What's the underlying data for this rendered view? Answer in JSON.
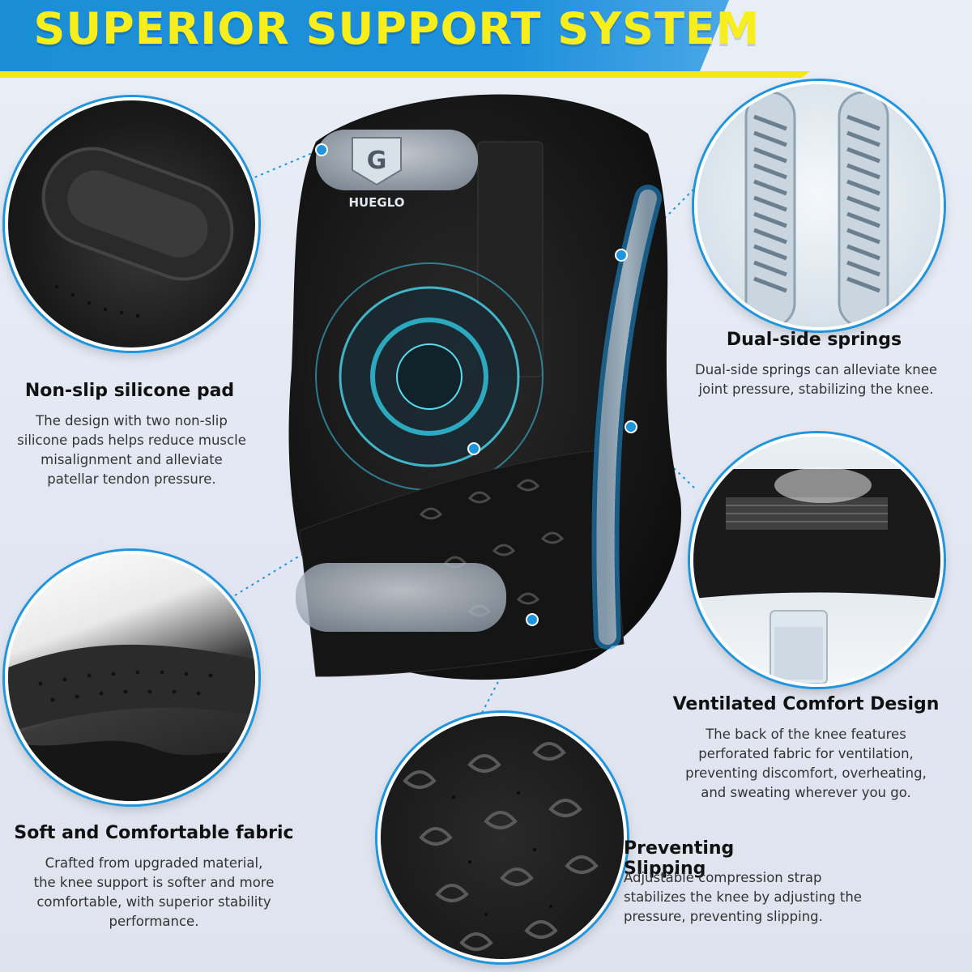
{
  "header": {
    "title": "SUPERIOR SUPPORT SYSTEM"
  },
  "brand": {
    "name": "HUEGLO",
    "logo_letter": "G"
  },
  "features": {
    "silicone_pad": {
      "title": "Non-slip silicone pad",
      "description": "The design with two non-slip\nsilicone pads helps reduce muscle\nmisalignment and alleviate\npatellar tendon pressure."
    },
    "springs": {
      "title": "Dual-side springs",
      "description": "Dual-side springs can alleviate knee\njoint pressure, stabilizing the knee."
    },
    "fabric": {
      "title": "Soft and Comfortable fabric",
      "description": "Crafted from upgraded material,\nthe knee support is softer and more\ncomfortable, with superior stability\nperformance."
    },
    "ventilated": {
      "title": "Ventilated Comfort Design",
      "description": "The back of the knee features\nperforated fabric for ventilation,\npreventing discomfort, overheating,\nand sweating wherever you go."
    },
    "slipping": {
      "title": "Preventing Slipping",
      "description": "Adjustable compression strap\nstabilizes the knee by adjusting the\npressure, preventing slipping."
    }
  },
  "colors": {
    "accent_blue": "#1f95de",
    "title_yellow": "#f7ee1c",
    "product_black": "#1a1a1a"
  }
}
